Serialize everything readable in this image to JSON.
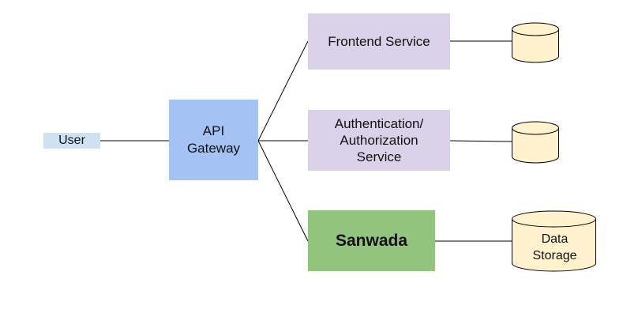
{
  "nodes": {
    "user": "User",
    "api_gateway": "API\nGateway",
    "frontend": "Frontend Service",
    "auth": "Authentication/\nAuthorization\nService",
    "sanwada": "Sanwada"
  },
  "databases": {
    "data_storage": "Data\nStorage"
  },
  "colors": {
    "user_fill": "#cfe2f3",
    "gateway_fill": "#a4c2f4",
    "service_fill": "#d9d2e9",
    "sanwada_fill": "#93c47d",
    "database_fill": "#fff2cc",
    "stroke": "#000000"
  },
  "icons": [
    "database-cylinder-icon"
  ]
}
